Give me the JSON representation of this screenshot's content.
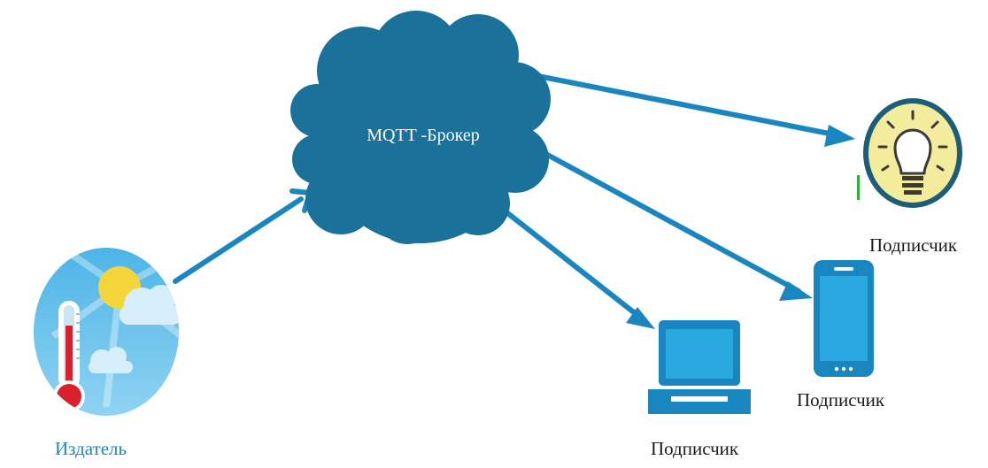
{
  "broker": {
    "label": "MQTT -Брокер"
  },
  "publisher": {
    "label": "Издатель",
    "icon": "weather-thermometer-icon"
  },
  "subscribers": [
    {
      "label": "Подписчик",
      "icon": "light-bulb-icon"
    },
    {
      "label": "Подписчик",
      "icon": "smartphone-icon"
    },
    {
      "label": "Подписчик",
      "icon": "laptop-icon"
    }
  ],
  "colors": {
    "cloud": "#1a7199",
    "arrow": "#1a86bf",
    "publisher_text": "#1e86b8",
    "device": "#1a86bf",
    "screen": "#29a9e0",
    "bulb_bg": "#f2ec9c"
  }
}
